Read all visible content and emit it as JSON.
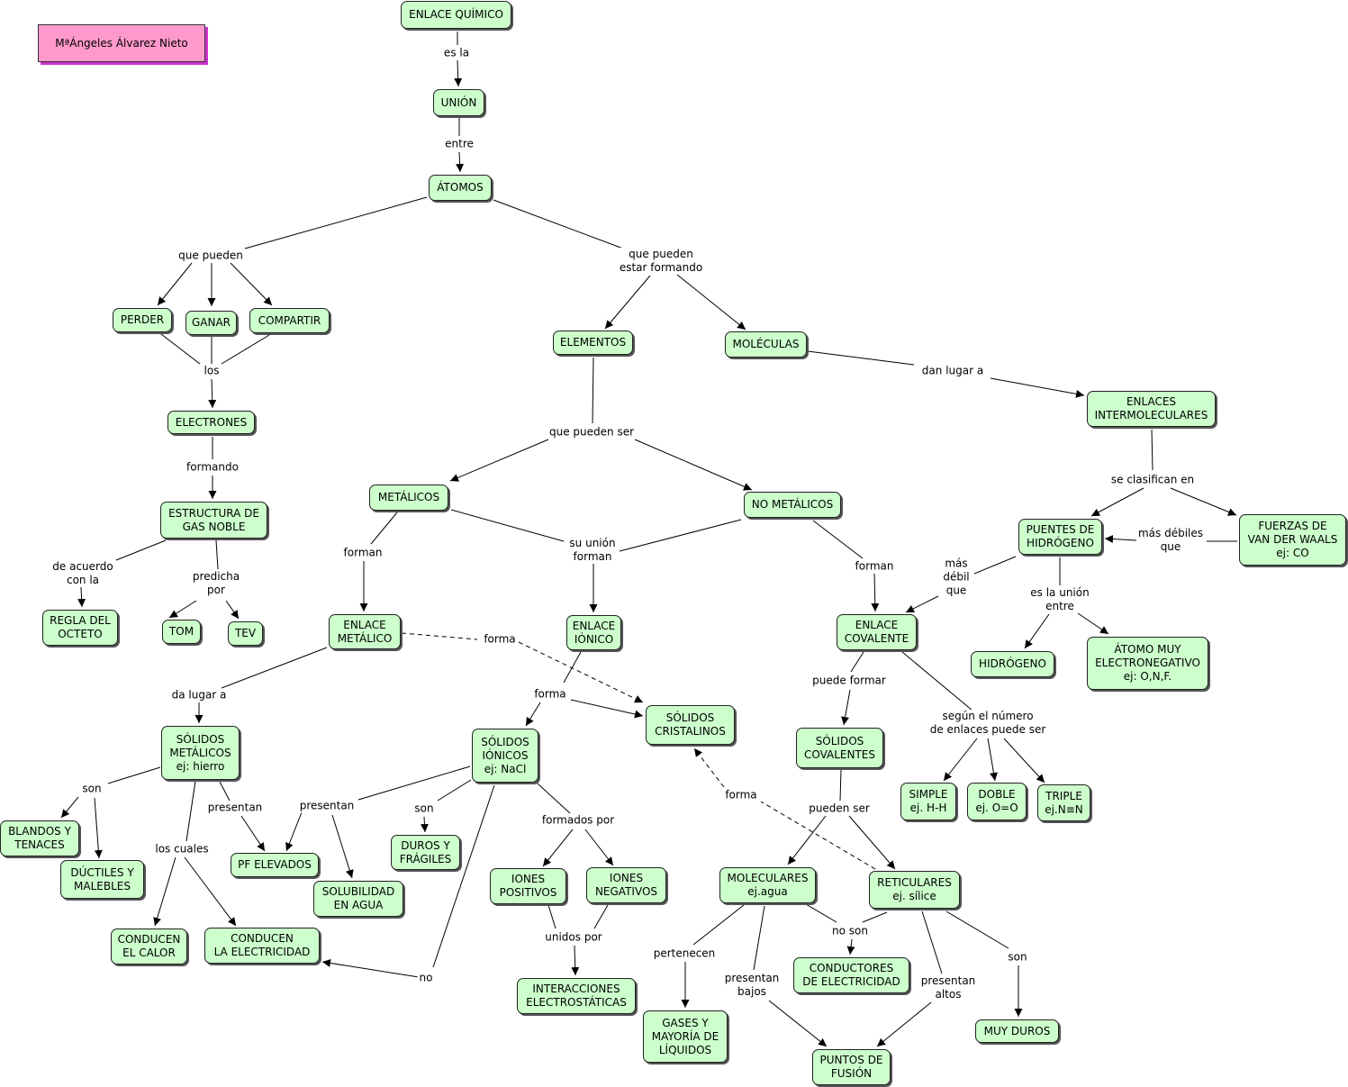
{
  "author": "MªÁngeles Álvarez Nieto",
  "nodes": {
    "enlace_quimico": "ENLACE QUÍMICO",
    "union": "UNIÓN",
    "atomos": "ÁTOMOS",
    "perder": "PERDER",
    "ganar": "GANAR",
    "compartir": "COMPARTIR",
    "electrones": "ELECTRONES",
    "estructura_gas_noble": "ESTRUCTURA DE\nGAS NOBLE",
    "regla_octeto": "REGLA DEL\nOCTETO",
    "tom": "TOM",
    "tev": "TEV",
    "elementos": "ELEMENTOS",
    "moleculas": "MOLÉCULAS",
    "enlaces_intermoleculares": "ENLACES\nINTERMOLECULARES",
    "metalicos": "METÁLICOS",
    "no_metalicos": "NO METÁLICOS",
    "puentes_hidrogeno": "PUENTES DE\nHIDRÓGENO",
    "van_der_waals": "FUERZAS DE\nVAN DER WAALS\nej: CO",
    "enlace_metalico": "ENLACE\nMETÁLICO",
    "enlace_ionico": "ENLACE\nIÓNICO",
    "enlace_covalente": "ENLACE\nCOVALENTE",
    "hidrogeno": "HIDRÓGENO",
    "atomo_electronegativo": "ÁTOMO MUY\nELECTRONEGATIVO\nej: O,N,F.",
    "solidos_cristalinos": "SÓLIDOS\nCRISTALINOS",
    "solidos_metalicos": "SÓLIDOS\nMETÁLICOS\nej: hierro",
    "solidos_ionicos": "SÓLIDOS\nIÓNICOS\nej: NaCl",
    "solidos_covalentes": "SÓLIDOS\nCOVALENTES",
    "simple": "SIMPLE\nej. H-H",
    "doble": "DOBLE\nej. O=O",
    "triple": "TRIPLE\nej.N≡N",
    "blandos_tenaces": "BLANDOS Y\nTENACES",
    "ductiles_maleables": "DÚCTILES Y\nMALEBLES",
    "pf_elevados": "PF ELEVADOS",
    "solubilidad_agua": "SOLUBILIDAD\nEN AGUA",
    "duros_fragiles": "DUROS Y\nFRÁGILES",
    "iones_positivos": "IONES\nPOSITIVOS",
    "iones_negativos": "IONES\nNEGATIVOS",
    "moleculares": "MOLECULARES\nej.agua",
    "reticulares": "RETICULARES\nej. sílice",
    "conducen_calor": "CONDUCEN\nEL CALOR",
    "conducen_electricidad": "CONDUCEN\nLA ELECTRICIDAD",
    "interacciones_electrostaticas": "INTERACCIONES\nELECTROSTÁTICAS",
    "conductores_electricidad": "CONDUCTORES\nDE ELECTRICIDAD",
    "gases_liquidos": "GASES Y\nMAYORÍA DE\nLÍQUIDOS",
    "puntos_fusion": "PUNTOS DE\nFUSIÓN",
    "muy_duros": "MUY DUROS"
  },
  "labels": {
    "es_la": "es la",
    "entre": "entre",
    "que_pueden": "que pueden",
    "que_pueden_estar_formando": "que pueden\nestar formando",
    "los": "los",
    "formando": "formando",
    "de_acuerdo_con_la": "de acuerdo\ncon la",
    "predicha_por": "predicha\npor",
    "que_pueden_ser": "que pueden ser",
    "dan_lugar_a": "dan lugar a",
    "se_clasifican_en": "se clasifican en",
    "mas_debiles_que": "más débiles\nque",
    "mas_debil_que": "más\ndébil\nque",
    "es_la_union_entre": "es la unión\nentre",
    "forman_met": "forman",
    "su_union_forman": "su unión\nforman",
    "forman_cov": "forman",
    "forma_met": "forma",
    "forma_ion": "forma",
    "puede_formar": "puede formar",
    "segun_numero_enlaces": "según el número\nde enlaces puede ser",
    "da_lugar_a": "da lugar a",
    "son_met": "son",
    "presentan_met": "presentan",
    "los_cuales": "los cuales",
    "presentan_ion": "presentan",
    "son_ion": "son",
    "formados_por": "formados por",
    "no": "no",
    "unidos_por": "unidos por",
    "forma_cov": "forma",
    "pueden_ser": "pueden ser",
    "no_son": "no son",
    "pertenecen": "pertenecen",
    "presentan_bajos": "presentan\nbajos",
    "presentan_altos": "presentan\naltos",
    "son_ret": "son"
  }
}
